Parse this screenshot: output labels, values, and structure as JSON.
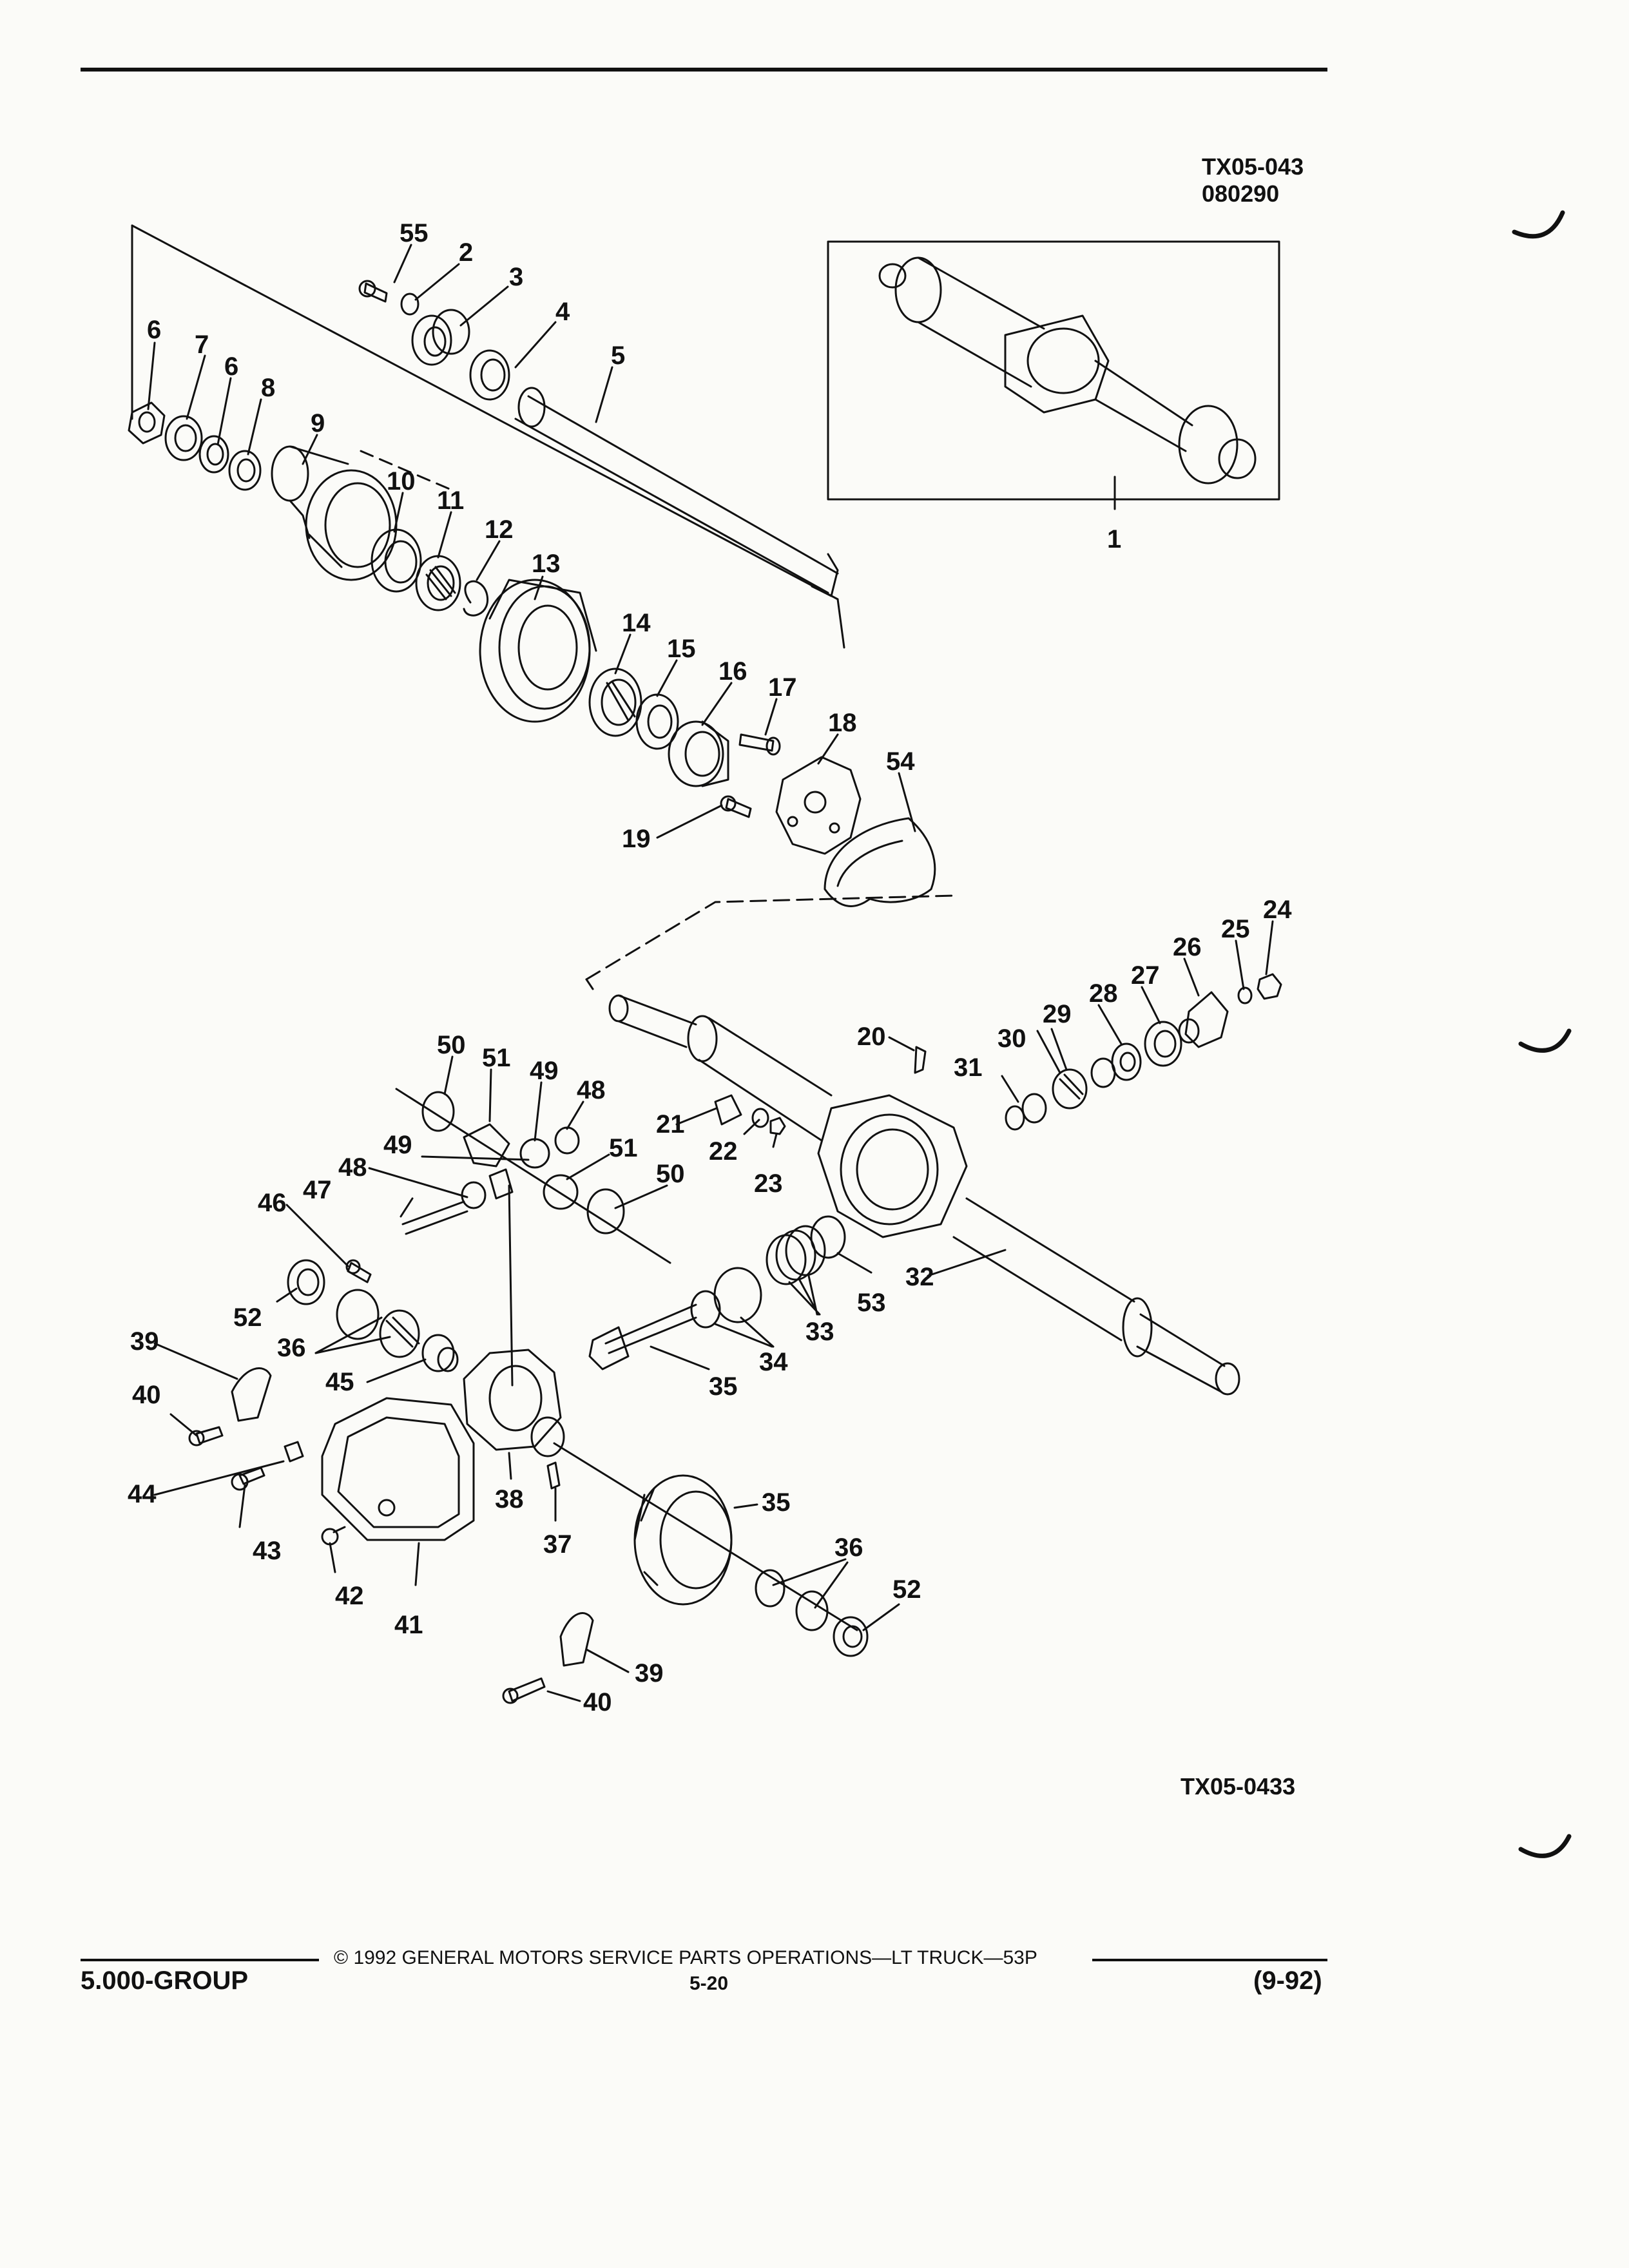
{
  "header": {
    "ref_top": "TX05-043",
    "ref_date": "080290"
  },
  "figure_ref": "TX05-0433",
  "footer": {
    "group": "5.000-GROUP",
    "copyright": "© 1992 GENERAL MOTORS SERVICE PARTS OPERATIONS—LT TRUCK—53P",
    "page": "5-20",
    "revision": "(9-92)"
  },
  "callouts": [
    "55",
    "2",
    "3",
    "4",
    "5",
    "6",
    "7",
    "6",
    "8",
    "9",
    "10",
    "11",
    "12",
    "13",
    "14",
    "15",
    "16",
    "17",
    "18",
    "54",
    "19",
    "1",
    "24",
    "25",
    "26",
    "27",
    "28",
    "29",
    "30",
    "20",
    "31",
    "21",
    "22",
    "23",
    "32",
    "53",
    "33",
    "34",
    "35",
    "50",
    "51",
    "49",
    "48",
    "49",
    "51",
    "48",
    "47",
    "50",
    "46",
    "52",
    "36",
    "39",
    "40",
    "45",
    "44",
    "43",
    "42",
    "41",
    "38",
    "37",
    "35",
    "36",
    "52",
    "39",
    "40"
  ]
}
